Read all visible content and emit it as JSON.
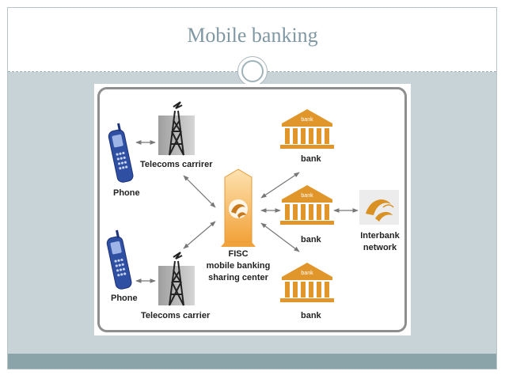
{
  "slide": {
    "title": "Mobile banking"
  },
  "diagram": {
    "phone_top_label": "Phone",
    "phone_bottom_label": "Phone",
    "carrier_top_label": "Telecoms carrirer",
    "carrier_bottom_label": "Telecoms carrier",
    "fisc_line1": "FISC",
    "fisc_line2": "mobile banking",
    "fisc_line3": "sharing center",
    "bank_top_label": "bank",
    "bank_middle_label": "bank",
    "bank_bottom_label": "bank",
    "bank_sign_text": "bank",
    "interbank_line1": "Interbank",
    "interbank_line2": "network"
  },
  "colors": {
    "title": "#7f98a3",
    "content_band": "#c8d3d8",
    "bottom_band": "#8aa4a9",
    "bank": "#e0962b",
    "phone": "#2f4fa3",
    "fisc": "#f6b04a",
    "tower": "#333333"
  }
}
